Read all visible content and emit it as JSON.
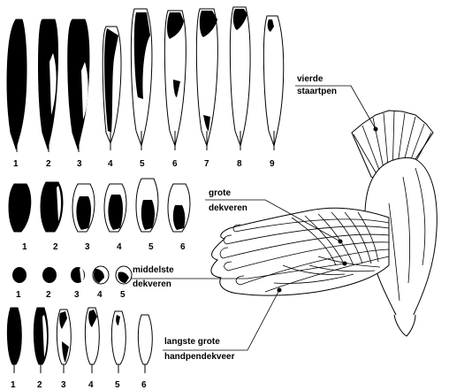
{
  "rows": {
    "primaries": {
      "numbers": [
        "1",
        "2",
        "3",
        "4",
        "5",
        "6",
        "7",
        "8",
        "9"
      ]
    },
    "greater_coverts": {
      "numbers": [
        "1",
        "2",
        "3",
        "4",
        "5",
        "6"
      ]
    },
    "median_coverts": {
      "numbers": [
        "1",
        "2",
        "3",
        "4",
        "5"
      ]
    },
    "primary_coverts": {
      "numbers": [
        "1",
        "2",
        "3",
        "4",
        "5",
        "6"
      ]
    }
  },
  "labels": {
    "tail": {
      "line1": "vierde",
      "line2": "staartpen"
    },
    "greater_coverts": {
      "line1": "grote",
      "line2": "dekveren"
    },
    "median_coverts": {
      "line1": "middelste",
      "line2": "dekveren"
    },
    "primary_coverts": {
      "line1": "langste grote",
      "line2": "handpendekveer"
    }
  },
  "colors": {
    "ink": "#000000",
    "paper": "#ffffff"
  }
}
